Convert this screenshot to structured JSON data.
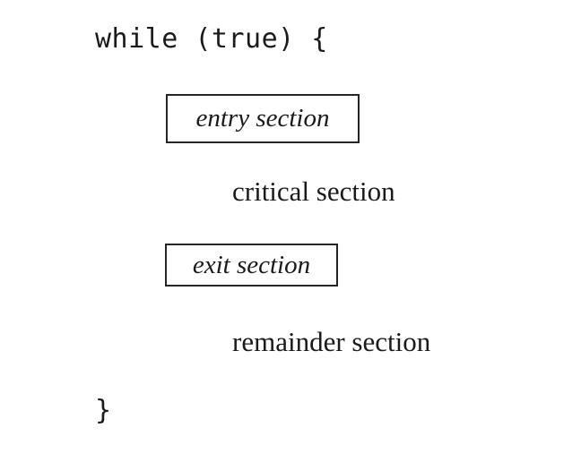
{
  "figure": {
    "name": "critical-section-structure",
    "background_color": "#ffffff",
    "text_color": "#1a1a1a",
    "box_border_color": "#262626"
  },
  "code": {
    "loop_header": "while (true) {",
    "loop_footer": "}"
  },
  "sections": {
    "entry": {
      "label": "entry section",
      "boxed": true,
      "style": "italic"
    },
    "critical": {
      "label": "critical section",
      "boxed": false,
      "style": "normal"
    },
    "exit": {
      "label": "exit section",
      "boxed": true,
      "style": "italic"
    },
    "remainder": {
      "label": "remainder section",
      "boxed": false,
      "style": "normal"
    }
  }
}
